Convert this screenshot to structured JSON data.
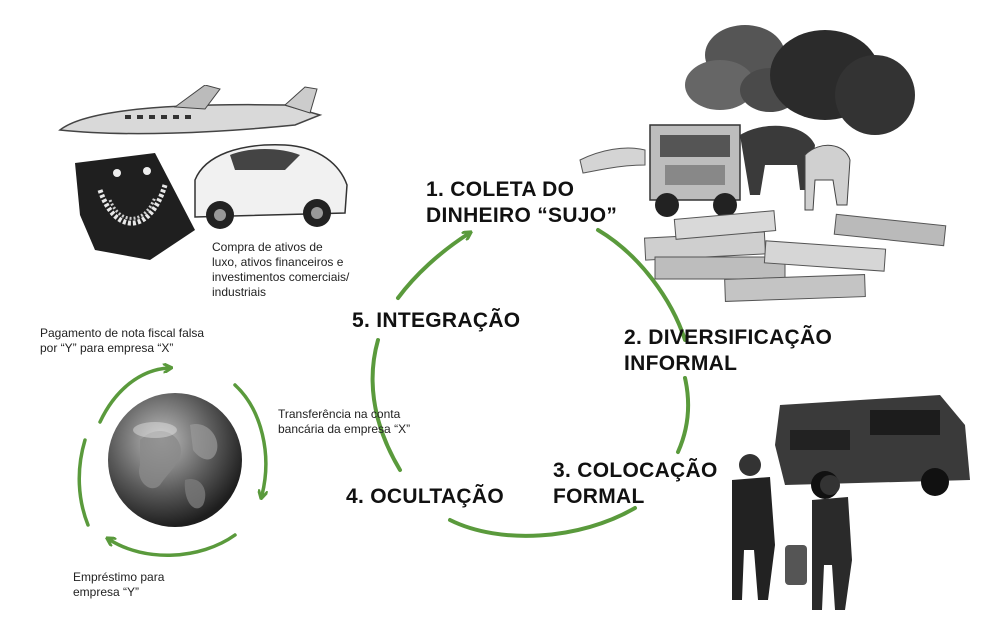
{
  "steps": {
    "s1": "1. COLETA DO\nDINHEIRO “SUJO”",
    "s2": "2. DIVERSIFICAÇÃO\nINFORMAL",
    "s3": "3. COLOCAÇÃO\nFORMAL",
    "s4": "4. OCULTAÇÃO",
    "s5": "5. INTEGRAÇÃO"
  },
  "notes": {
    "luxury": "Compra de ativos de\nluxo, ativos financeiros e\ninvestimentos comerciais/\nindustriais",
    "invoice": "Pagamento de nota fiscal falsa\npor “Y” para empresa “X”",
    "transfer": "Transferência na conta\nbancária da empresa “X”",
    "loan": "Empréstimo para\nempresa “Y”"
  },
  "illustrations": {
    "luxury": "jet, car and jewelry collage",
    "farm": "truck, cattle, smoke and cash bundles collage",
    "armored": "armored truck and security guards collage",
    "globe": "globe"
  },
  "colors": {
    "arrow": "#5a9a3c",
    "text": "#111111"
  }
}
